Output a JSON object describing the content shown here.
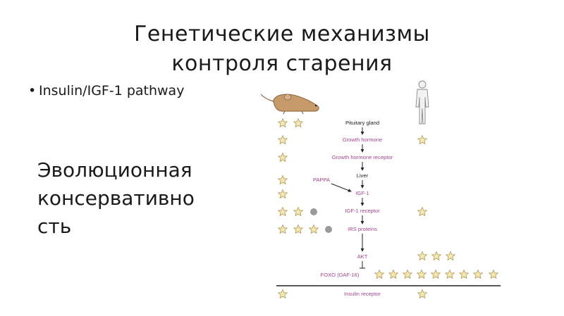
{
  "slide": {
    "title_line1": "Генетические механизмы",
    "title_line2": "контроля старения",
    "bullet": "Insulin/IGF-1 pathway",
    "side_line1": "Эволюционная",
    "side_line2": "консервативно",
    "side_line3": "сть"
  },
  "diagram": {
    "organisms": [
      "mouse",
      "human"
    ],
    "nodes": [
      {
        "label": "Pituitary gland",
        "color": "#222222"
      },
      {
        "label": "Growth hormone",
        "color": "#a0458c"
      },
      {
        "label": "Growth hormone receptor",
        "color": "#a0458c"
      },
      {
        "label": "Liver",
        "color": "#222222"
      },
      {
        "label": "IGF-1",
        "color": "#a0458c"
      },
      {
        "label": "IGF-1 receptor",
        "color": "#a0458c"
      },
      {
        "label": "IRS proteins",
        "color": "#a0458c"
      },
      {
        "label": "AKT",
        "color": "#a0458c"
      },
      {
        "label": "FOXO (DAF-16)",
        "color": "#a0458c"
      },
      {
        "label": "Insulin receptor",
        "color": "#a0458c"
      }
    ],
    "pappa_label": "PAPPA",
    "colors": {
      "gene": "#a0458c",
      "tissue": "#222222",
      "star_fill": "#f5e8b4",
      "star_stroke": "#b09a52",
      "dot": "#9a9a9a"
    }
  }
}
